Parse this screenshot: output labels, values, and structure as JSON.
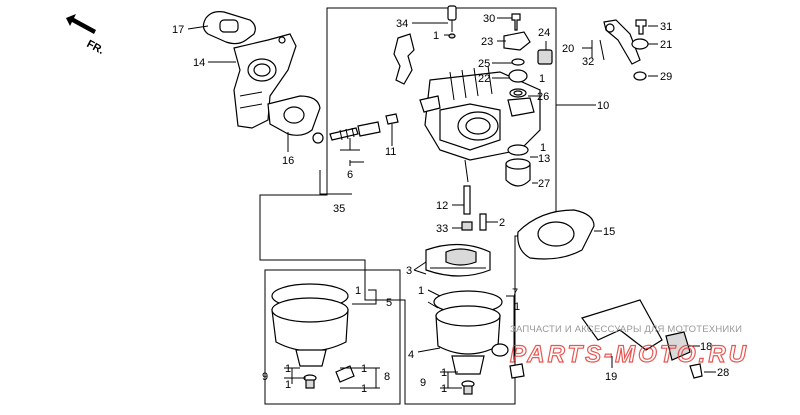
{
  "direction_marker": {
    "label": "FR.",
    "icon": "front-direction-arrow-icon"
  },
  "part_numbers": {
    "p1": "1",
    "p2": "2",
    "p3": "3",
    "p4": "4",
    "p5": "5",
    "p6": "6",
    "p7": "7",
    "p8": "8",
    "p9": "9",
    "p10": "10",
    "p11": "11",
    "p12": "12",
    "p13": "13",
    "p14": "14",
    "p15": "15",
    "p16": "16",
    "p17": "17",
    "p18": "18",
    "p19": "19",
    "p20": "20",
    "p21": "21",
    "p22": "22",
    "p23": "23",
    "p24": "24",
    "p25": "25",
    "p26": "26",
    "p27": "27",
    "p28": "28",
    "p29": "29",
    "p30": "30",
    "p31": "31",
    "p32": "32",
    "p33": "33",
    "p34": "34",
    "p35": "35"
  },
  "watermark": {
    "caption": "ЗАПЧАСТИ И АКСЕССУАРЫ ДЛЯ МОТОТЕХНИКИ",
    "logo": "PARTS-MOTO.RU",
    "logo_color": "#e53935"
  }
}
